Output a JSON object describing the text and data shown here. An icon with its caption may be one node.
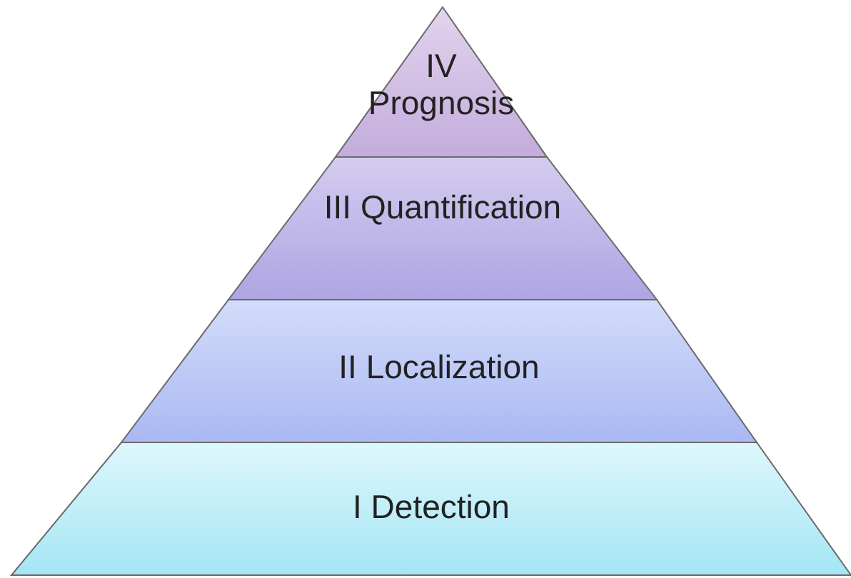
{
  "diagram": {
    "nodes": [
      {
        "text": [
          "IV Prognosis"
        ]
      },
      {
        "text": [
          "III Quantification"
        ]
      },
      {
        "text": [
          "II Localization"
        ]
      },
      {
        "text": [
          "I Detection"
        ]
      }
    ]
  }
}
